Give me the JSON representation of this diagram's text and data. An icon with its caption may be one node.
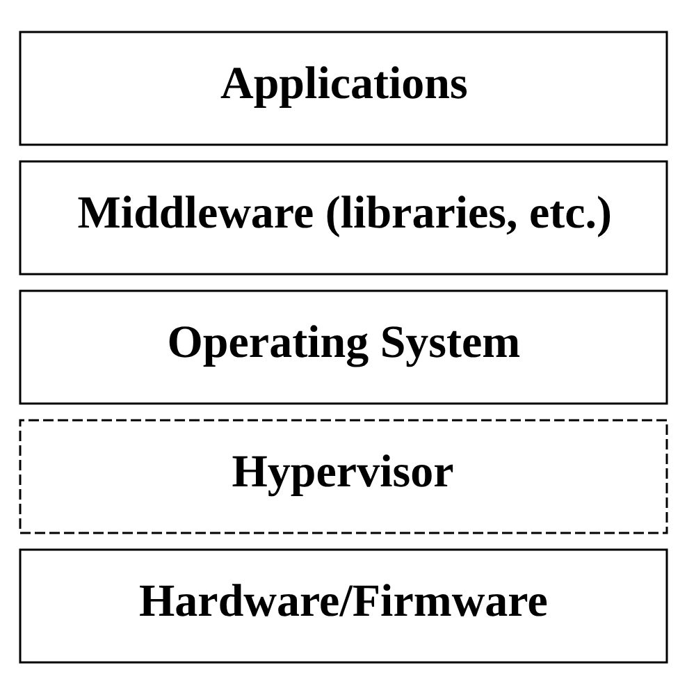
{
  "diagram": {
    "nodes": [
      {
        "text": [
          "Applications"
        ]
      },
      {
        "text": [
          "Middleware (libraries, etc.)"
        ]
      },
      {
        "text": [
          "Operating System"
        ]
      },
      {
        "text": [
          "Hypervisor"
        ]
      },
      {
        "text": [
          "Hardware/Firmware"
        ]
      }
    ]
  }
}
